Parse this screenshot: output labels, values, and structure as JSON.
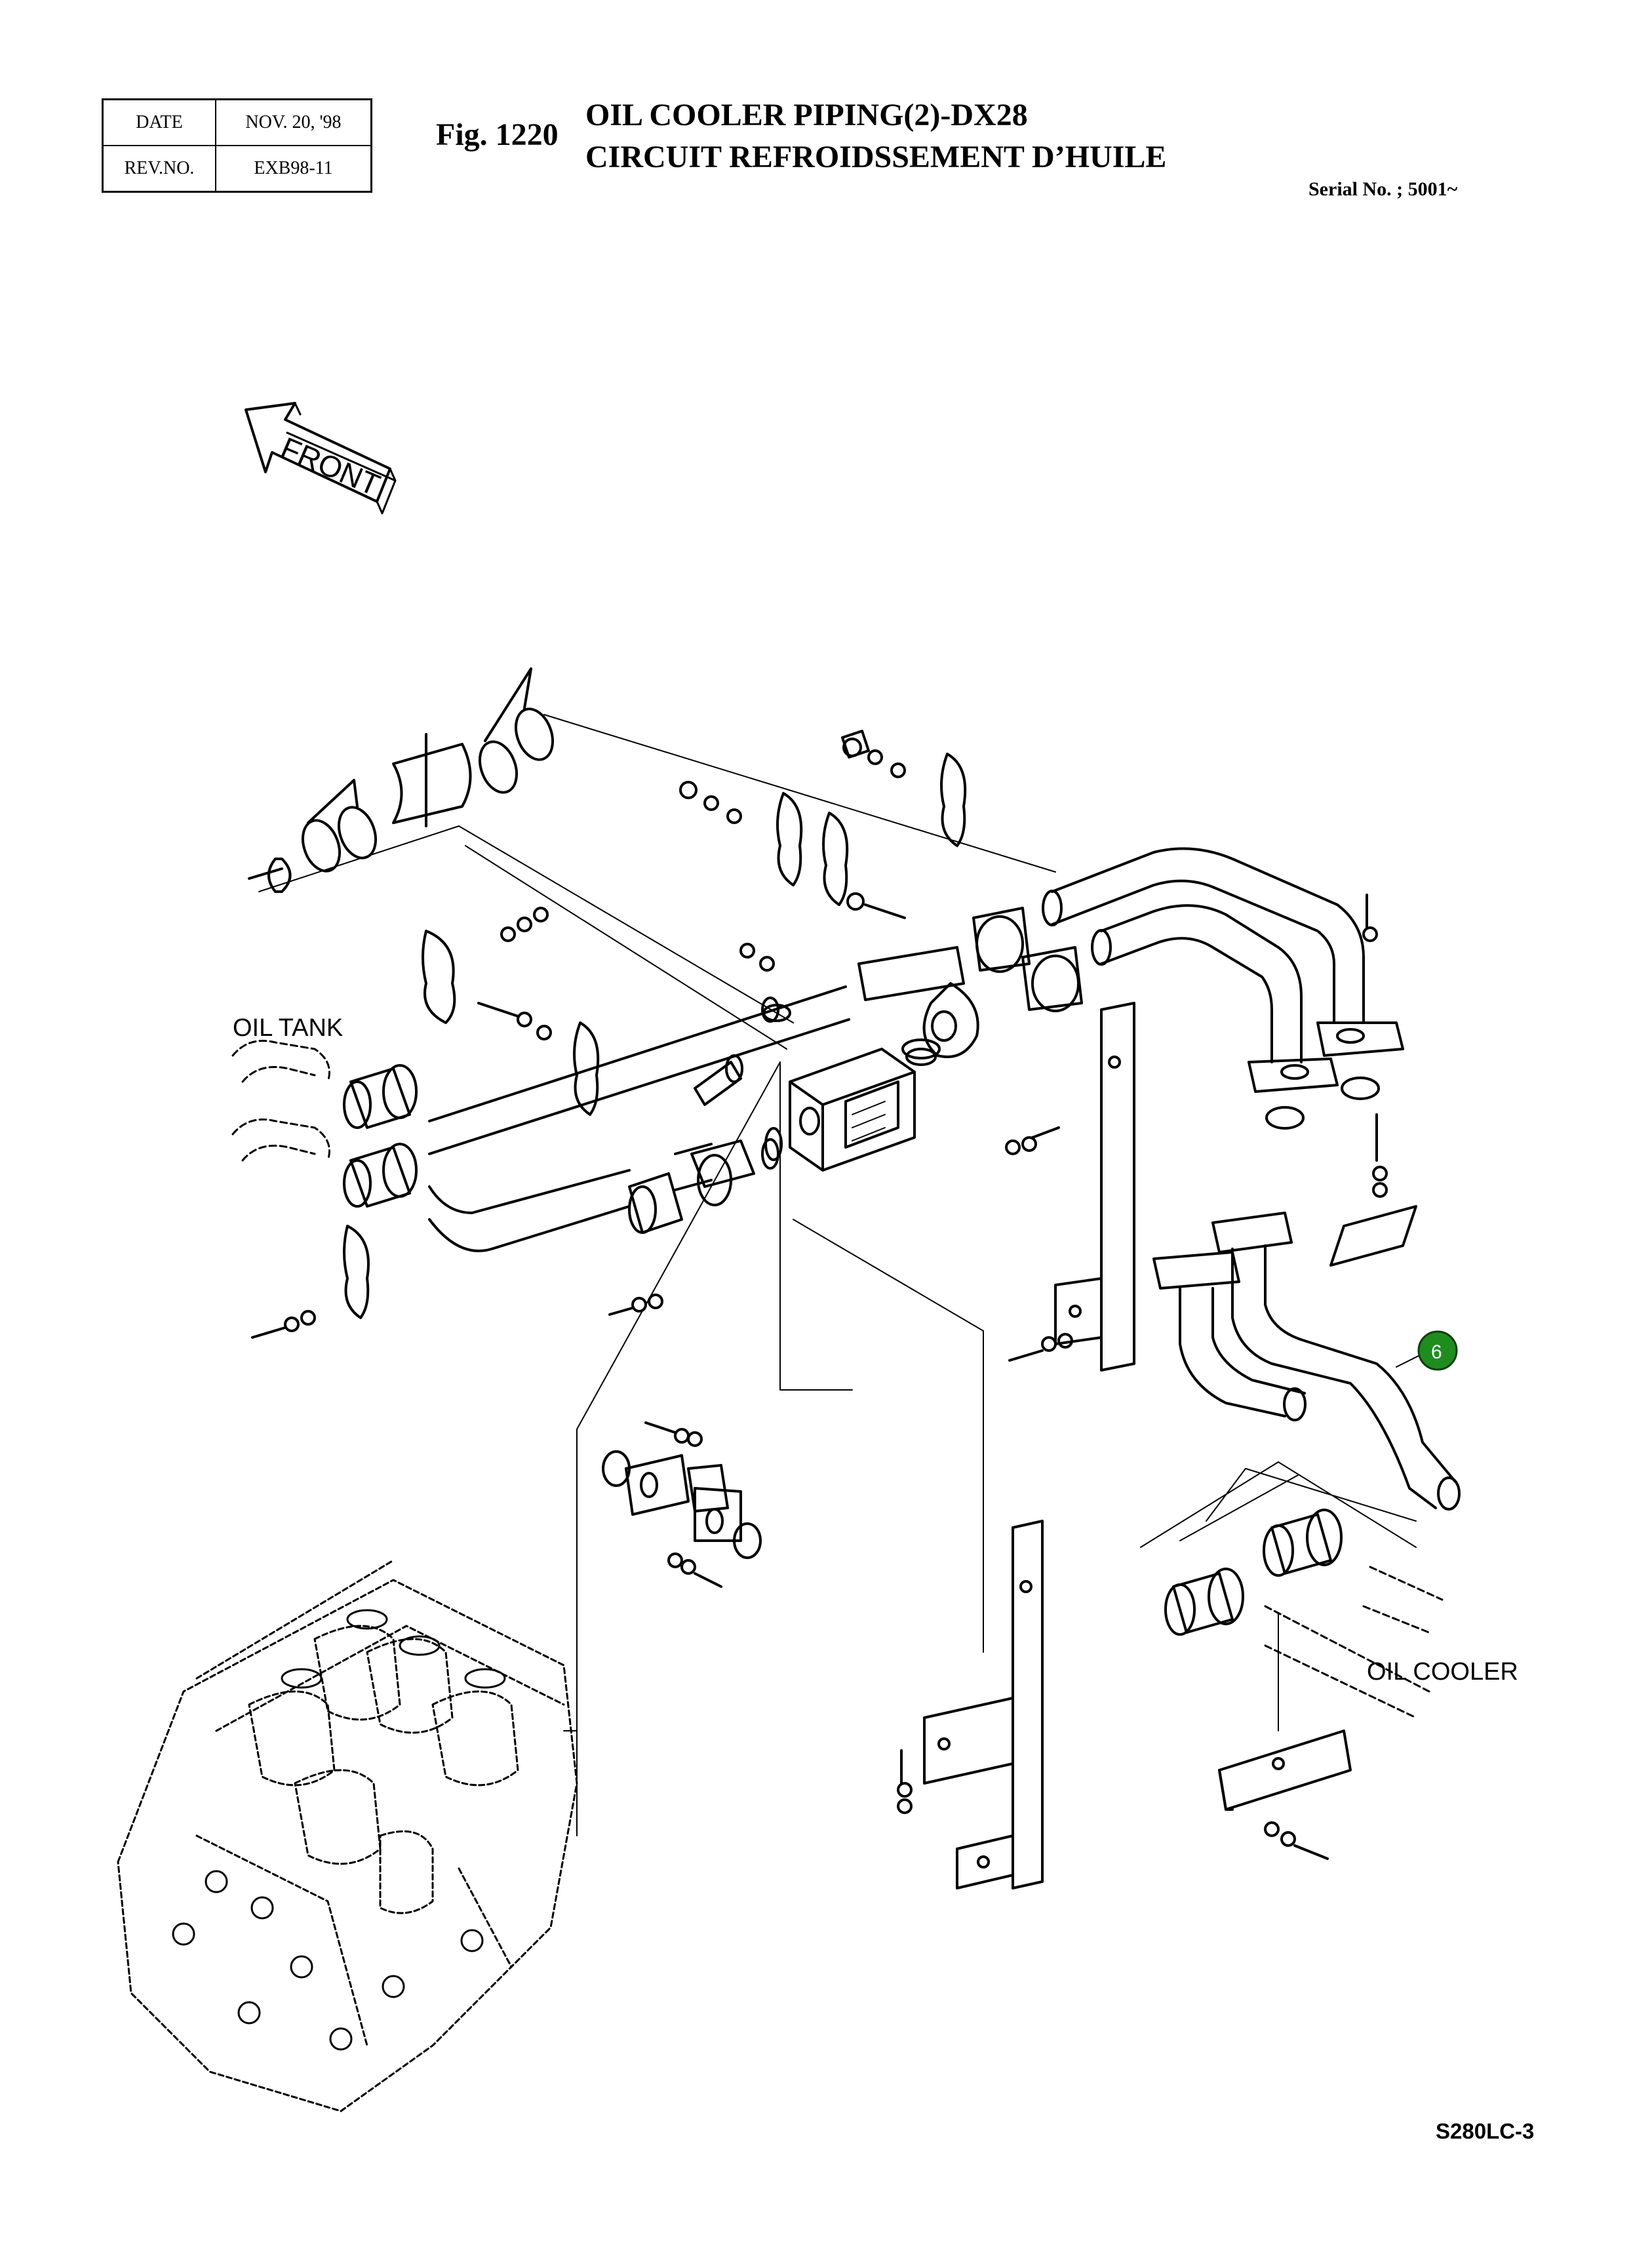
{
  "header": {
    "date_label": "DATE",
    "date_value": "NOV. 20, '98",
    "rev_label": "REV.NO.",
    "rev_value": "EXB98-11",
    "fig_number": "Fig. 1220",
    "title_en": "OIL COOLER PIPING(2)-DX28",
    "title_fr": "CIRCUIT REFROIDSSEMENT D’HUILE",
    "serial": "Serial No. ; 5001~"
  },
  "diagram": {
    "front_label": "FRONT",
    "oil_tank_label": "OIL TANK",
    "oil_cooler_label": "OIL COOLER",
    "callout_number": "6",
    "callout_color": "#1f8c1f"
  },
  "footer": {
    "model": "S280LC-3"
  }
}
